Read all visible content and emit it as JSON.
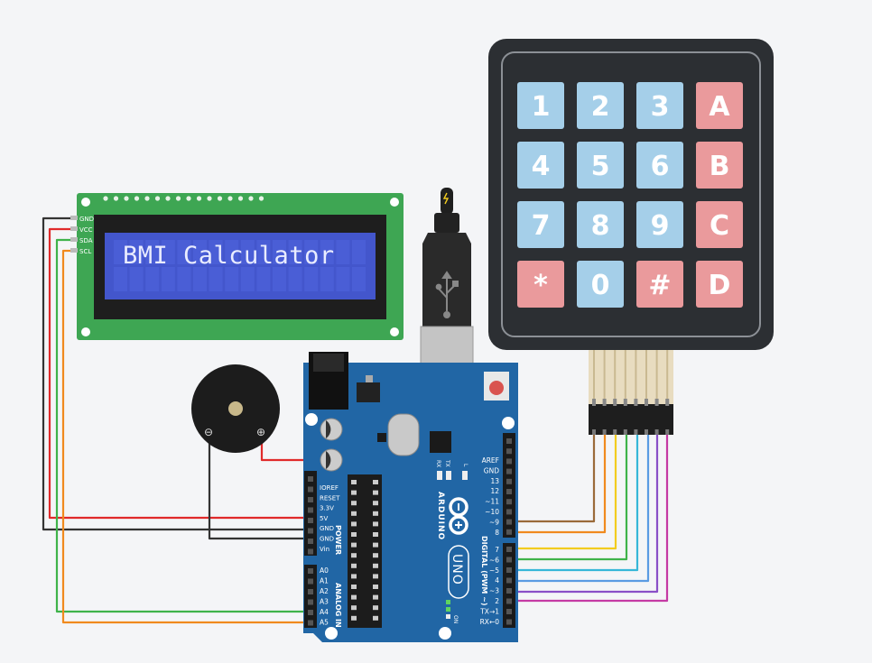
{
  "lcd": {
    "text": "BMI Calculator",
    "pins": [
      "GND",
      "VCC",
      "SDA",
      "SCL"
    ]
  },
  "keypad": {
    "rows": [
      [
        "1",
        "2",
        "3",
        "A"
      ],
      [
        "4",
        "5",
        "6",
        "B"
      ],
      [
        "7",
        "8",
        "9",
        "C"
      ],
      [
        "*",
        "0",
        "#",
        "D"
      ]
    ]
  },
  "buzzer": {
    "minus": "⊖",
    "plus": "⊕"
  },
  "arduino": {
    "brand": "ARDUINO",
    "model": "UNO",
    "on_label": "ON",
    "rx_label": "RX",
    "tx_label": "TX",
    "l_label": "L",
    "power_label": "POWER",
    "analog_label": "ANALOG IN",
    "digital_label": "DIGITAL (PWM ~)",
    "power_pins": [
      "IOREF",
      "RESET",
      "3.3V",
      "5V",
      "GND",
      "GND",
      "Vin"
    ],
    "analog_pins": [
      "A0",
      "A1",
      "A2",
      "A3",
      "A4",
      "A5"
    ],
    "digital_top": [
      "AREF",
      "GND",
      "13",
      "12",
      "~11",
      "~10",
      "~9",
      "8"
    ],
    "digital_bottom": [
      "7",
      "~6",
      "~5",
      "4",
      "~3",
      "2",
      "TX→1",
      "RX←0"
    ]
  },
  "colors": {
    "board": "#2166a5",
    "lcd_pcb": "#3ea653",
    "lcd_screen": "#4356cc",
    "keypad_body": "#2c2f33",
    "key_blue": "#a5cfe9",
    "key_red": "#ea9a9c",
    "wire_red": "#e02a2a",
    "wire_black": "#333333",
    "wire_green": "#3fb34a",
    "wire_orange": "#f08a1e",
    "wire_brown": "#9a6a3a",
    "wire_yellow": "#f2cc1f",
    "wire_cyan": "#36b7d8",
    "wire_blue": "#5a9be3",
    "wire_purple": "#8a4fc7",
    "wire_magenta": "#c53aa4"
  }
}
